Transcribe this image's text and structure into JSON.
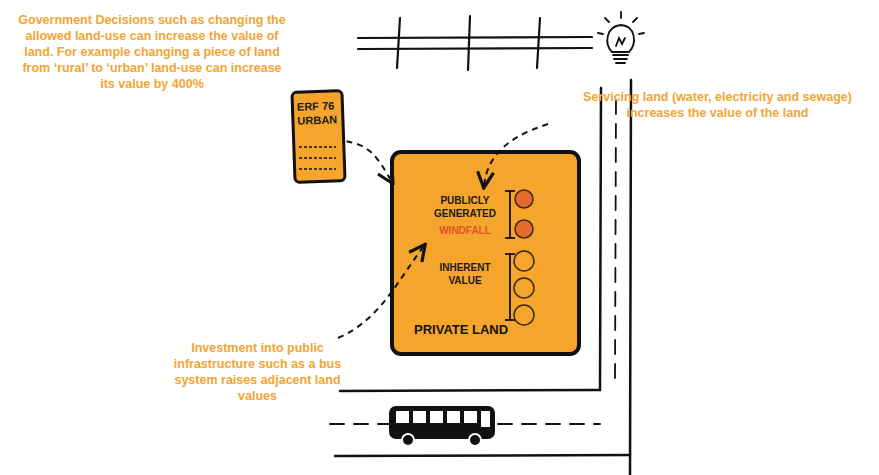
{
  "diagram": {
    "nodes": [
      {
        "text": [
          "ERF 76 URBAN"
        ]
      },
      {
        "text": [
          "PUBLICLY GENERATED",
          "WINDFALL",
          "INHERENT VALUE",
          "PRIVATE LAND"
        ]
      }
    ],
    "edges": [
      {
        "from": 0,
        "to": 1,
        "arrow": "to"
      }
    ],
    "labels": [
      "Government Decisions such as changing the allowed land-use can increase the value of land. For example changing a piece of land from ‘rural’ to ‘urban’ land-use can increase its value by 400%",
      "Servicing land (water, electricity and sewage) increases the value of the land",
      "Investment into public infrastructure such as a bus system raises adjacent land values"
    ]
  }
}
